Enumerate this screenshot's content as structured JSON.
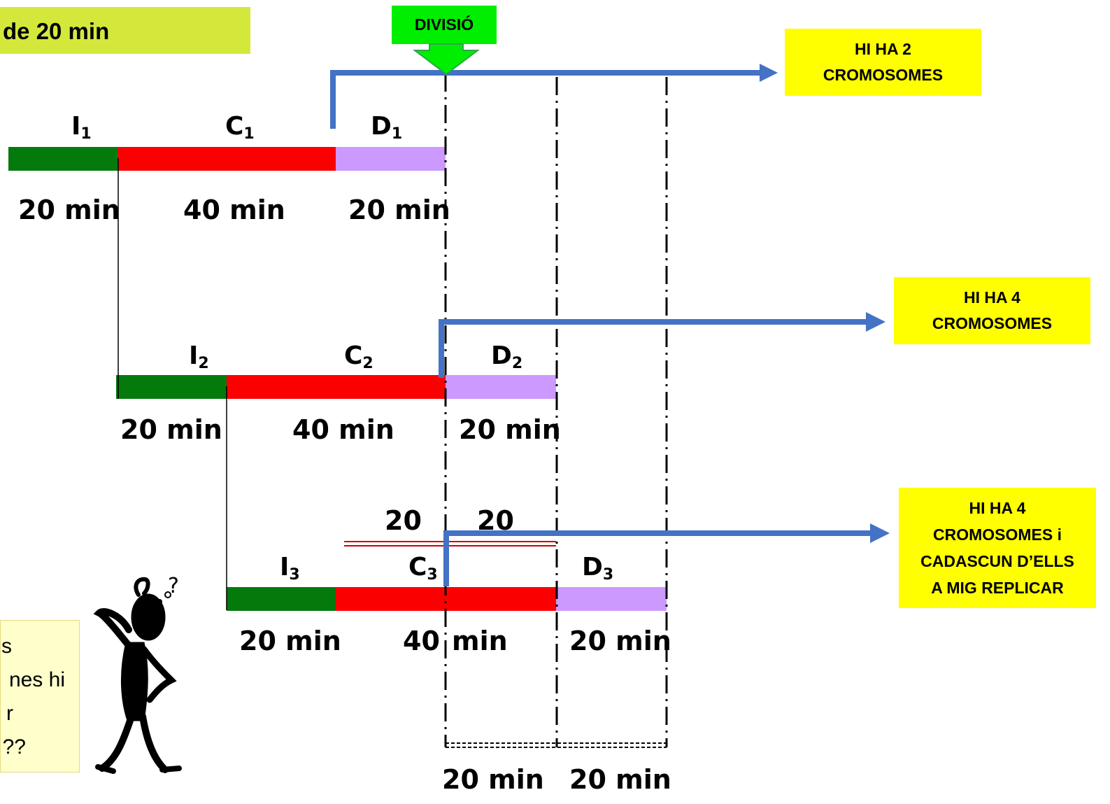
{
  "title_fragment": "de 20 min",
  "division_label": "DIVISIÓ",
  "callouts": [
    {
      "lines": [
        "HI HA 2",
        "CROMOSOMES"
      ]
    },
    {
      "lines": [
        "HI HA 4",
        "CROMOSOMES"
      ]
    },
    {
      "lines": [
        "HI HA 4",
        "CROMOSOMES i",
        "CADASCUN D’ELLS",
        "A MIG REPLICAR"
      ]
    }
  ],
  "cycles": [
    {
      "phases": [
        {
          "letter": "I",
          "sub": "1"
        },
        {
          "letter": "C",
          "sub": "1"
        },
        {
          "letter": "D",
          "sub": "1"
        }
      ],
      "durations": [
        "20 min",
        "40 min",
        "20 min"
      ]
    },
    {
      "phases": [
        {
          "letter": "I",
          "sub": "2"
        },
        {
          "letter": "C",
          "sub": "2"
        },
        {
          "letter": "D",
          "sub": "2"
        }
      ],
      "durations": [
        "20 min",
        "40 min",
        "20 min"
      ]
    },
    {
      "phases": [
        {
          "letter": "I",
          "sub": "3"
        },
        {
          "letter": "C",
          "sub": "3"
        },
        {
          "letter": "D",
          "sub": "3"
        }
      ],
      "durations": [
        "20 min",
        "40",
        "min",
        "20 min"
      ],
      "split_labels": [
        "20",
        "20"
      ]
    }
  ],
  "bottom_durations": [
    "20 min",
    "20 min"
  ],
  "question_lines": [
    "s",
    "nes hi",
    "r",
    "??"
  ],
  "question_mark": "?",
  "colors": {
    "initiation": "#047a0c",
    "replication": "#fb0000",
    "division": "#cc99ff",
    "arrow": "#4472c4",
    "callout": "#ffff00",
    "title": "#d4e83c",
    "division_box": "#00ee00"
  }
}
